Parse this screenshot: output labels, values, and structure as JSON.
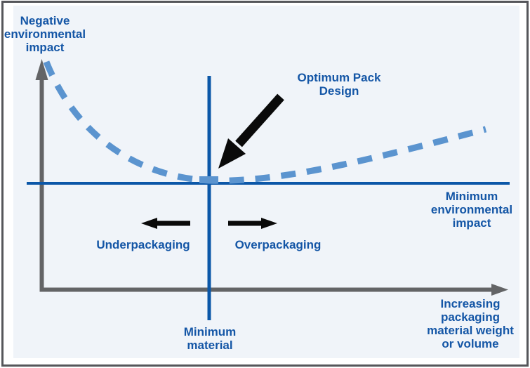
{
  "figure": {
    "kind": "conceptual-line-graph",
    "topic": "Optimum packaging design vs environmental impact"
  },
  "colors": {
    "panel_bg": "#f0f4f9",
    "frame_border": "#55565a",
    "axis_gray": "#636466",
    "line_blue": "#0b57a8",
    "curve_blue": "#5b94cf",
    "label_blue": "#1456a6",
    "arrow_black": "#0a0a0a"
  },
  "labels": {
    "y_axis": {
      "lines": [
        "Negative",
        "environmental",
        "impact"
      ]
    },
    "x_axis": {
      "lines": [
        "Increasing",
        "packaging",
        "material weight",
        "or volume"
      ]
    },
    "optimum": {
      "lines": [
        "Optimum Pack",
        "Design"
      ]
    },
    "min_env": {
      "lines": [
        "Minimum",
        "environmental",
        "impact"
      ]
    },
    "min_material": {
      "lines": [
        "Minimum",
        "material"
      ]
    },
    "underpackaging": "Underpackaging",
    "overpackaging": "Overpackaging"
  },
  "chart_data": {
    "type": "line",
    "title": "",
    "xlabel": "Increasing packaging material weight or volume",
    "ylabel": "Negative environmental impact",
    "grid": false,
    "legend": "none",
    "axes_numeric": false,
    "series": [
      {
        "name": "Negative environmental impact vs packaging material",
        "style": "dashed",
        "color": "#5b94cf",
        "x": [
          0.01,
          0.06,
          0.12,
          0.18,
          0.24,
          0.3,
          0.36,
          0.45,
          0.55,
          0.65,
          0.75,
          0.85,
          0.95
        ],
        "y": [
          1.0,
          0.72,
          0.48,
          0.3,
          0.17,
          0.08,
          0.02,
          0.03,
          0.08,
          0.15,
          0.25,
          0.36,
          0.47
        ]
      }
    ],
    "reference_lines": [
      {
        "label": "Minimum environmental impact",
        "orientation": "horizontal",
        "y": 0.0
      },
      {
        "label": "Minimum material",
        "orientation": "vertical",
        "x": 0.36
      }
    ],
    "annotations": [
      {
        "text": "Optimum Pack Design",
        "points_to": {
          "x": 0.36,
          "y": 0.02
        }
      },
      {
        "text": "Underpackaging",
        "region": "left of minimum material line"
      },
      {
        "text": "Overpackaging",
        "region": "right of minimum material line"
      }
    ]
  }
}
